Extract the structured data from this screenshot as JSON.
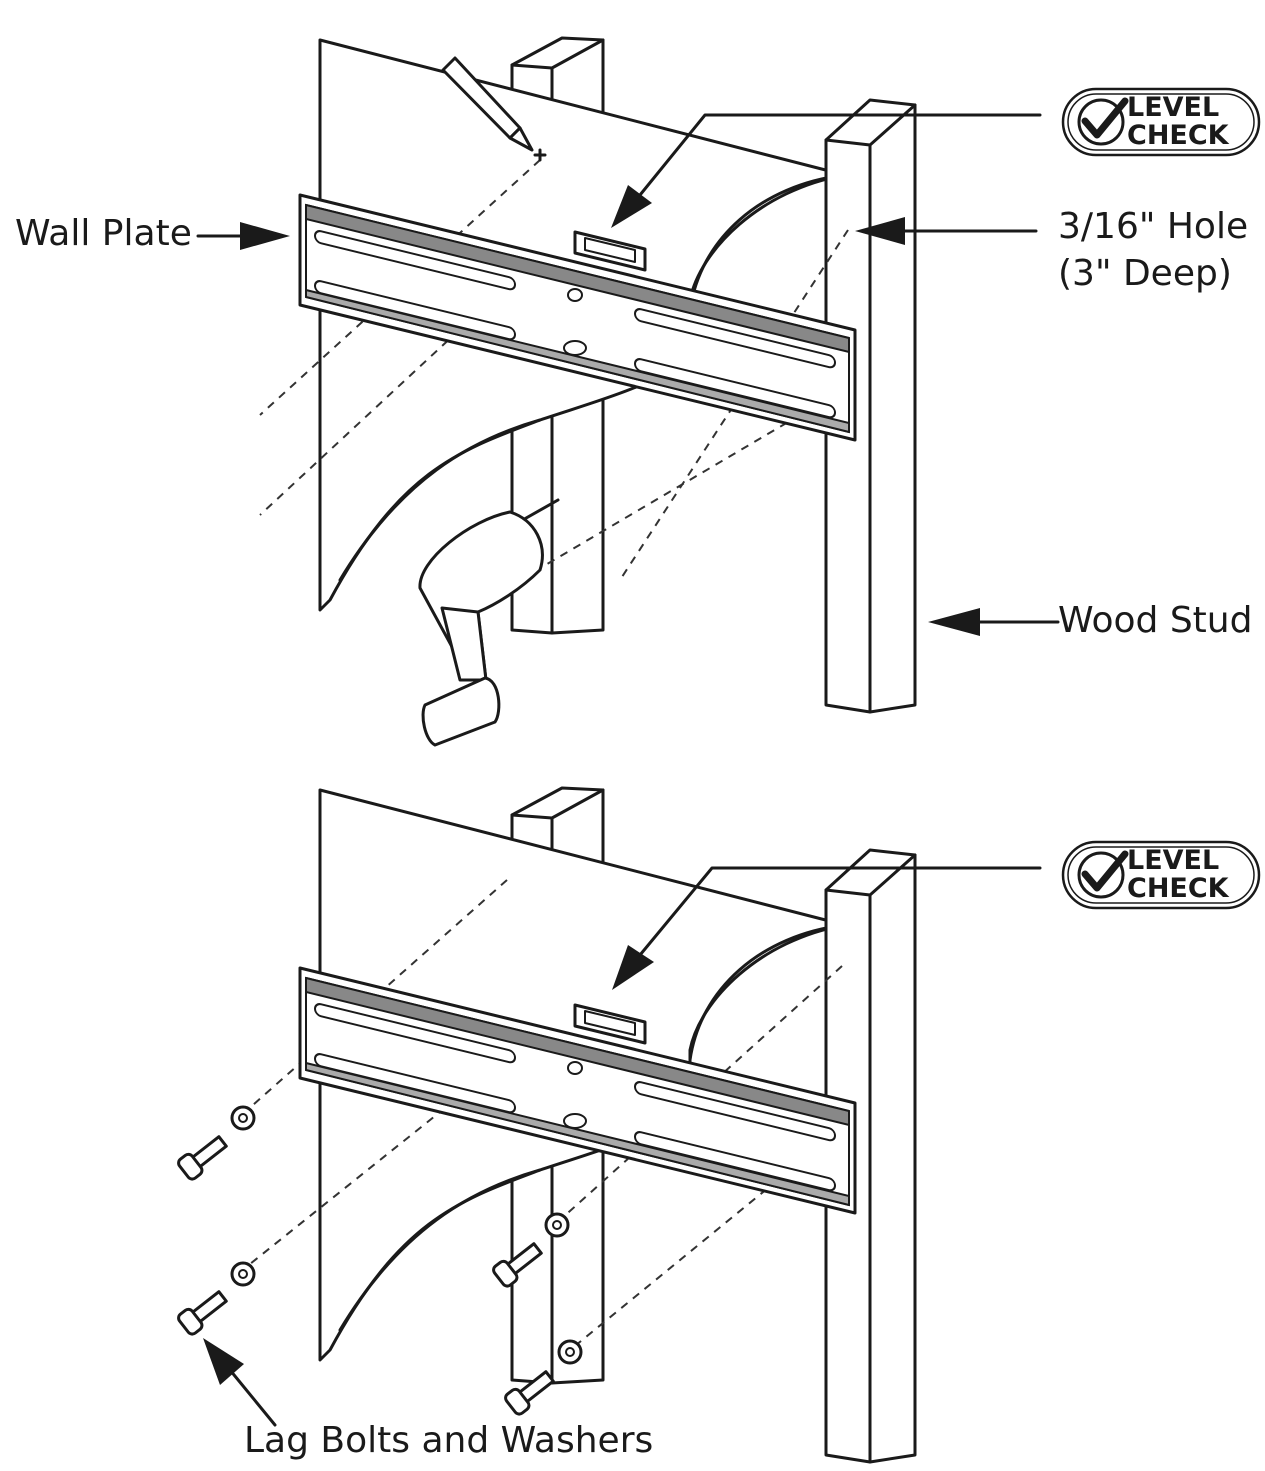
{
  "labels": {
    "wall_plate": "Wall Plate",
    "hole_line1": "3/16\" Hole",
    "hole_line2": "(3\" Deep)",
    "wood_stud": "Wood Stud",
    "lag_bolts": "Lag Bolts and Washers"
  },
  "badges": {
    "line1": "LEVEL",
    "line2": "CHECK"
  },
  "icons": {
    "badge": "checkmark-icon",
    "tools": [
      "pencil-icon",
      "drill-icon",
      "lag-bolt-icon",
      "washer-icon"
    ]
  },
  "colors": {
    "ink": "#1a1a1a",
    "background": "#ffffff"
  }
}
